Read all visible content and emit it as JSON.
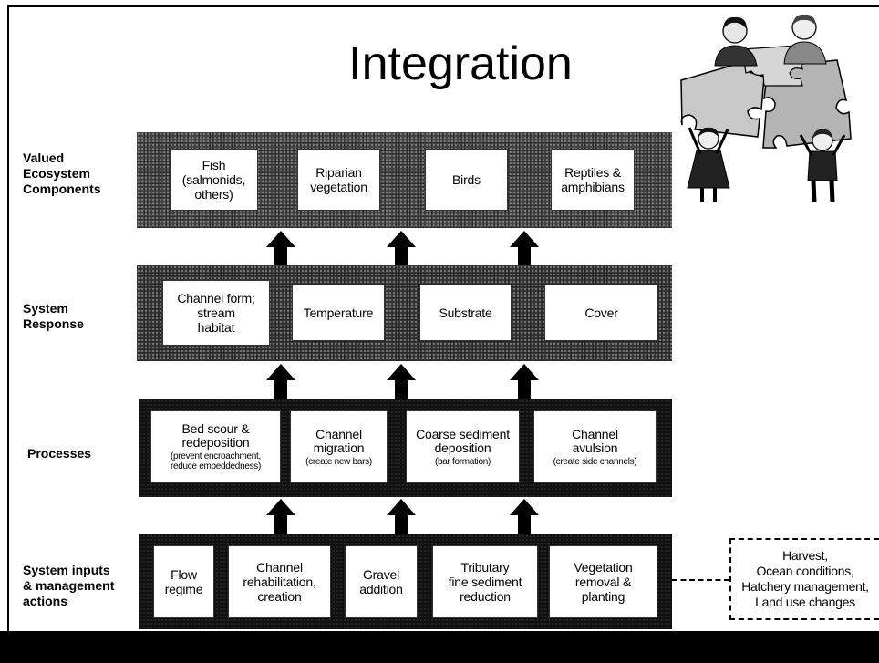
{
  "title": "Integration",
  "icons": {
    "clipart": "people-holding-puzzle-pieces",
    "arrow": "up-arrow"
  },
  "colors": {
    "band_textured": "#4d4d4d",
    "band_dark": "#111111",
    "box_fill": "#ffffff",
    "bottom_bar": "#000000"
  },
  "rows": [
    {
      "label": "Valued\nEcosystem\nComponents",
      "boxes": [
        {
          "text": "Fish\n(salmonids,\nothers)"
        },
        {
          "text": "Riparian\nvegetation"
        },
        {
          "text": "Birds"
        },
        {
          "text": "Reptiles &\namphibians"
        }
      ]
    },
    {
      "label": "System\nResponse",
      "boxes": [
        {
          "text": "Channel form;\nstream\nhabitat"
        },
        {
          "text": "Temperature"
        },
        {
          "text": "Substrate"
        },
        {
          "text": "Cover"
        }
      ]
    },
    {
      "label": "Processes",
      "boxes": [
        {
          "text": "Bed scour &\nredeposition",
          "note": "(prevent encroachment,\nreduce embeddedness)"
        },
        {
          "text": "Channel\nmigration",
          "note": "(create new bars)"
        },
        {
          "text": "Coarse sediment\ndeposition",
          "note": "(bar formation)"
        },
        {
          "text": "Channel\navulsion",
          "note": "(create side channels)"
        }
      ]
    },
    {
      "label": "System inputs\n& management\nactions",
      "boxes": [
        {
          "text": "Flow\nregime"
        },
        {
          "text": "Channel\nrehabilitation,\ncreation"
        },
        {
          "text": "Gravel\naddition"
        },
        {
          "text": "Tributary\nfine sediment\nreduction"
        },
        {
          "text": "Vegetation\nremoval &\nplanting"
        }
      ]
    }
  ],
  "external_factors": {
    "text": "Harvest,\nOcean conditions,\nHatchery management,\nLand use changes"
  }
}
